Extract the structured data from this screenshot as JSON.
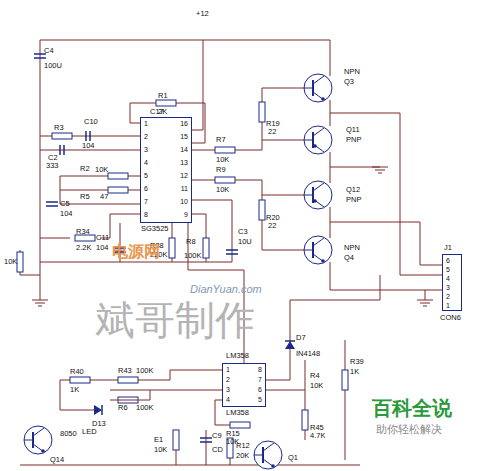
{
  "diagram": {
    "nodes": [
      {
        "text": [
          "1",
          "2",
          "3",
          "4",
          "5",
          "6",
          "7",
          "8",
          "16",
          "15",
          "14",
          "13",
          "12",
          "11",
          "10",
          "9"
        ]
      },
      {
        "text": [
          "1",
          "2",
          "3",
          "4",
          "8",
          "7",
          "6",
          "5"
        ]
      },
      {
        "text": [
          "6",
          "5",
          "4",
          "3",
          "2",
          "1"
        ]
      }
    ],
    "edges": [
      {
        "from": 1,
        "to": 0,
        "arrow": "none"
      }
    ],
    "labels": [
      "+12",
      "C4",
      "100U",
      "R1",
      "2K",
      "C10",
      "104",
      "R3",
      "C2",
      "333",
      "R2",
      "10K",
      "R5",
      "47",
      "C5",
      "104",
      "R34",
      "2.2K",
      "10K",
      "C11",
      "104",
      "R38",
      "220K",
      "R8",
      "100K",
      "C3",
      "10U",
      "C17",
      "SG3525",
      "R7",
      "10K",
      "R9",
      "10K",
      "R19",
      "22",
      "R20",
      "22",
      "NPN",
      "Q3",
      "Q11",
      "PNP",
      "Q12",
      "PNP",
      "NPN",
      "Q4",
      "J1",
      "CON6",
      "电源网",
      "DianYuan.com",
      "斌哥制作",
      "D7",
      "IN4148",
      "LM358",
      "LM358",
      "R4",
      "10K",
      "R39",
      "1K",
      "R40",
      "1K",
      "D13",
      "R43",
      "100K",
      "R6",
      "100K",
      "LED",
      "R15",
      "10K",
      "R45",
      "4.7K",
      "Q14",
      "8050",
      "E1",
      "10K",
      "C9",
      "CD",
      "R12",
      "20K",
      "Q1",
      "百科全说",
      "助你轻松解决"
    ]
  }
}
